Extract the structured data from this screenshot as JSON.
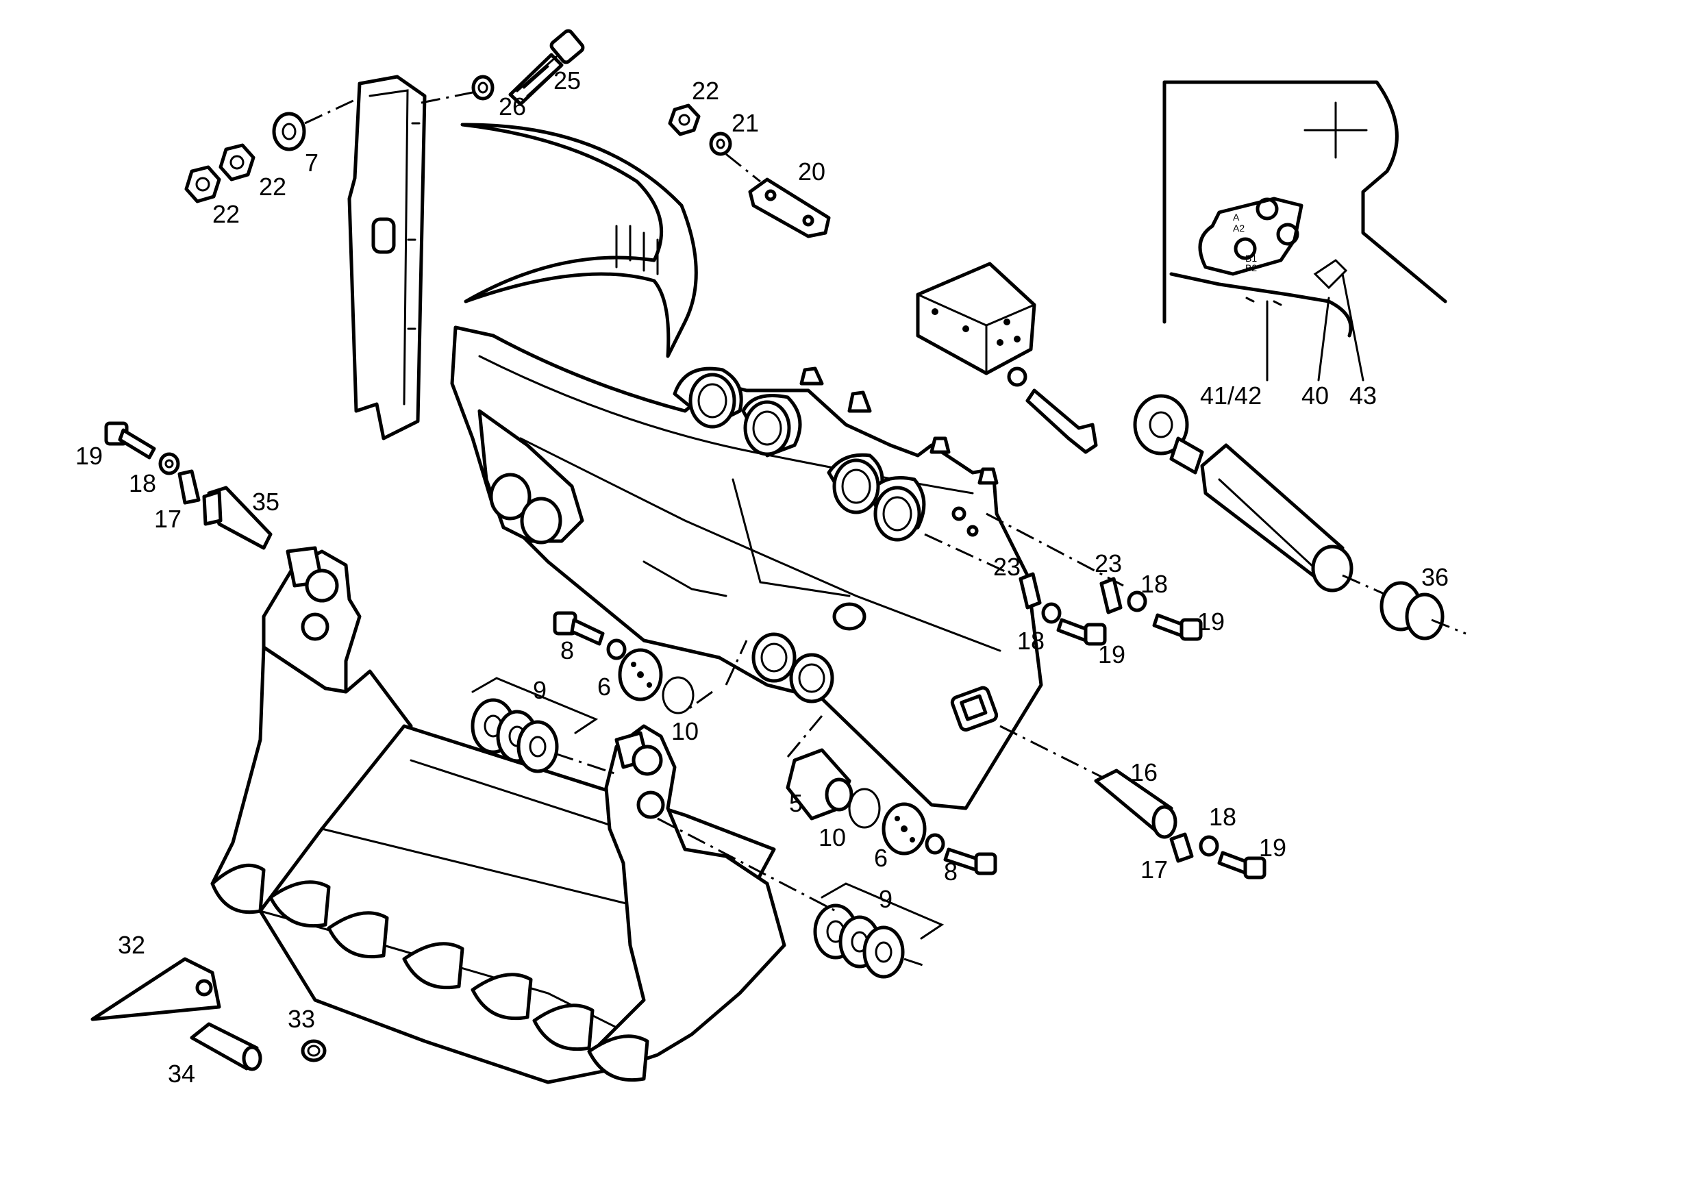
{
  "diagram": {
    "labels": {
      "l5": "5",
      "l6": "6",
      "l7": "7",
      "l8": "8",
      "l9": "9",
      "l10": "10",
      "l16": "16",
      "l17": "17",
      "l18": "18",
      "l19": "19",
      "l20": "20",
      "l21": "21",
      "l22": "22",
      "l23": "23",
      "l25": "25",
      "l26": "26",
      "l32": "32",
      "l33": "33",
      "l34": "34",
      "l35": "35",
      "l36": "36",
      "l40": "40",
      "l41_42": "41/42",
      "l43": "43"
    },
    "inset_marks": {
      "a": "A",
      "a2": "A2",
      "b1": "B1",
      "b2": "B2"
    }
  }
}
